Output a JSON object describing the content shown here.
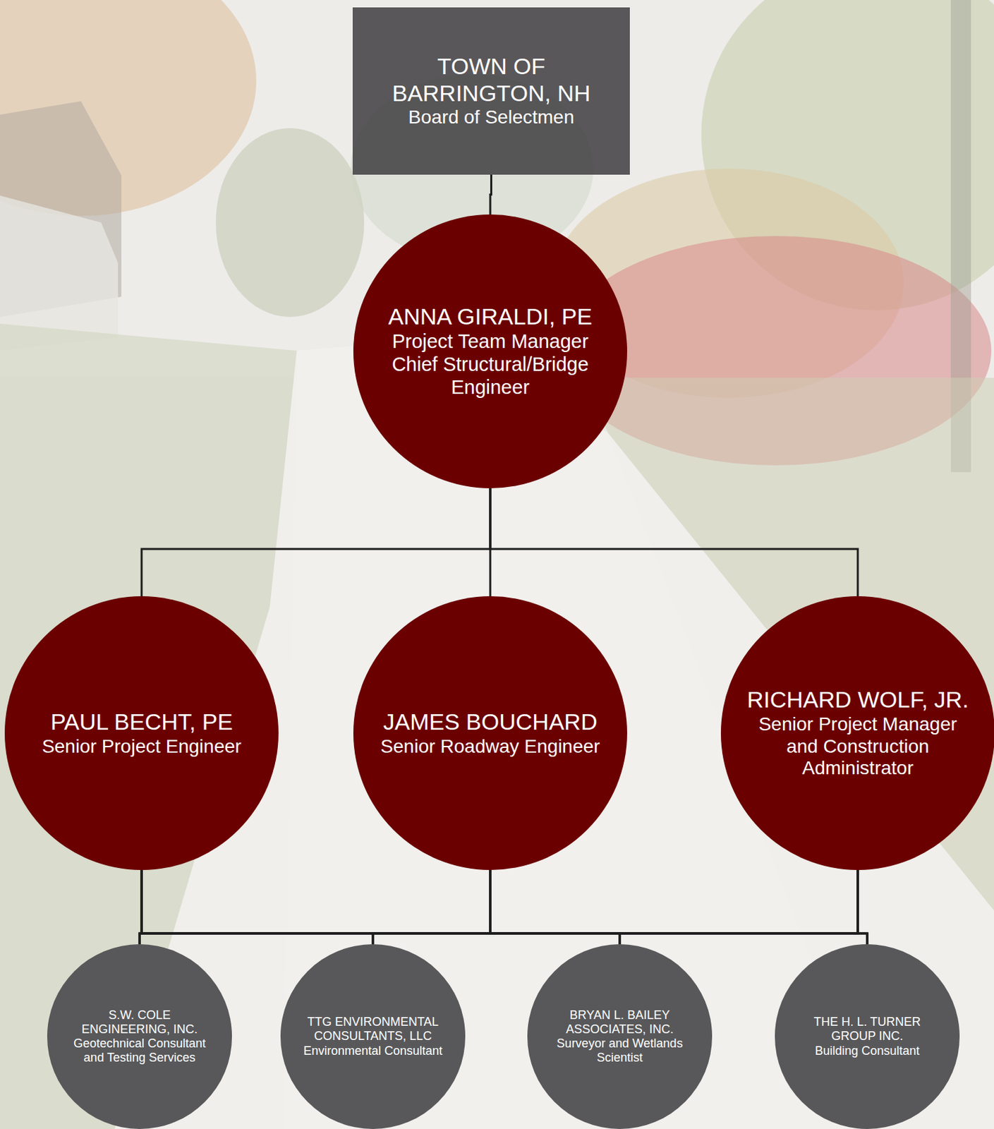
{
  "diagram": {
    "nodes": [
      {
        "text": [
          "TOWN OF BARRINGTON, NH",
          "Board of Selectmen"
        ]
      },
      {
        "text": [
          "ANNA GIRALDI, PE",
          "Project Team Manager Chief Structural/Bridge Engineer"
        ]
      },
      {
        "text": [
          "PAUL BECHT, PE",
          "Senior Project Engineer"
        ]
      },
      {
        "text": [
          "JAMES BOUCHARD",
          "Senior Roadway Engineer"
        ]
      },
      {
        "text": [
          "RICHARD WOLF, JR.",
          "Senior Project Manager and Construction Administrator"
        ]
      },
      {
        "text": [
          "S.W. COLE ENGINEERING, INC.",
          "Geotechnical Consultant and Testing Services"
        ]
      },
      {
        "text": [
          "TTG ENVIRONMENTAL CONSULTANTS, LLC",
          "Environmental Consultant"
        ]
      },
      {
        "text": [
          "BRYAN L. BAILEY ASSOCIATES, INC.",
          "Surveyor and Wetlands Scientist"
        ]
      },
      {
        "text": [
          "THE H. L. TURNER GROUP INC.",
          "Building Consultant"
        ]
      }
    ],
    "edges": [
      {
        "from": 0,
        "to": 1,
        "arrow": "none"
      },
      {
        "from": 1,
        "to": 2,
        "arrow": "none"
      },
      {
        "from": 1,
        "to": 3,
        "arrow": "none"
      },
      {
        "from": 1,
        "to": 4,
        "arrow": "none"
      },
      {
        "from": 2,
        "to": 5,
        "arrow": "none"
      },
      {
        "from": 2,
        "to": 6,
        "arrow": "none"
      },
      {
        "from": 2,
        "to": 7,
        "arrow": "none"
      },
      {
        "from": 2,
        "to": 8,
        "arrow": "none"
      },
      {
        "from": 3,
        "to": 5,
        "arrow": "none"
      },
      {
        "from": 3,
        "to": 6,
        "arrow": "none"
      },
      {
        "from": 3,
        "to": 7,
        "arrow": "none"
      },
      {
        "from": 3,
        "to": 8,
        "arrow": "none"
      },
      {
        "from": 4,
        "to": 5,
        "arrow": "none"
      },
      {
        "from": 4,
        "to": 6,
        "arrow": "none"
      },
      {
        "from": 4,
        "to": 7,
        "arrow": "none"
      },
      {
        "from": 4,
        "to": 8,
        "arrow": "none"
      }
    ]
  }
}
